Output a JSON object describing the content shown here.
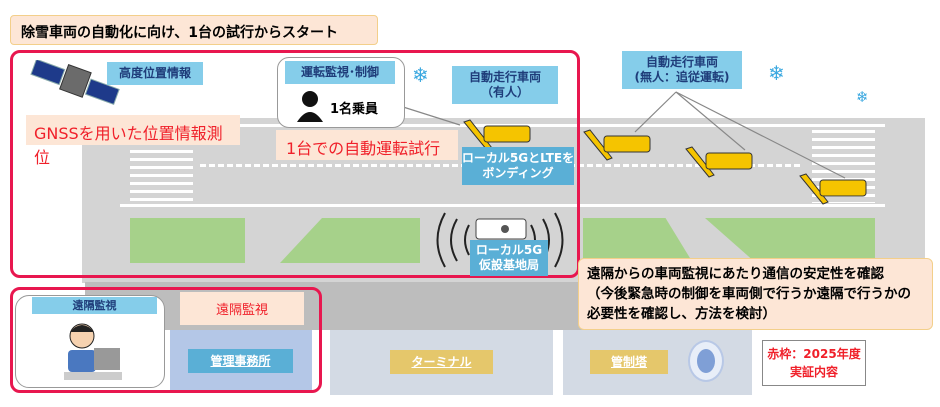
{
  "title": "除雪車両の自動化に向け、1台の試行からスタート",
  "labels": {
    "altitude": "高度位置情報",
    "gnss": "GNSSを用いた位置情報測位",
    "monitor_control": "運転監視･制御",
    "crew": "1名乗員",
    "single_trial": "1台での自動運転試行",
    "manned_vehicle": "自動走行車両\n（有人）",
    "bonding": "ローカル5GとLTEを\nボンディング",
    "unmanned_vehicle": "自動走行車両\n(無人：追従運転)",
    "base_station": "ローカル5G\n仮設基地局",
    "remote_monitor_bubble": "遠隔監視",
    "remote_monitor": "遠隔監視",
    "office": "管理事務所",
    "terminal": "ターミナル",
    "tower": "管制塔"
  },
  "note": "遠隔からの車両監視にあたり通信の安定性を確認\n（今後緊急時の制御を車両側で行うか遠隔で行うかの必要性を確認し、方法を検討）",
  "legend": "赤枠：2025年度\n実証内容",
  "colors": {
    "frame": "#e8174f",
    "label": "#85cdea",
    "vehicle": "#f5c400",
    "peach": "#fde6d6"
  }
}
